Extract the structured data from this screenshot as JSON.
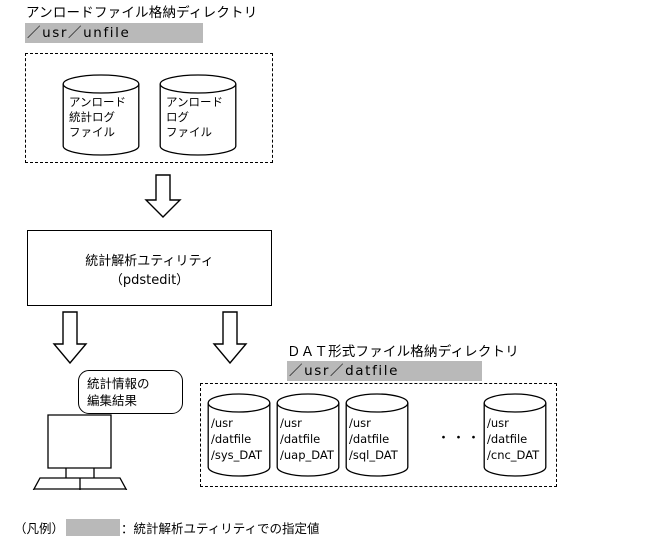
{
  "diagram": {
    "unload_section": {
      "heading": "アンロードファイル格納ディレクトリ",
      "path": "／usr／unfile",
      "files": [
        {
          "lines": [
            "アンロード",
            "統計ログ",
            "ファイル"
          ]
        },
        {
          "lines": [
            "アンロード",
            "ログ",
            "ファイル"
          ]
        }
      ]
    },
    "utility": {
      "name": "統計解析ユティリティ",
      "command": "（pdstedit）"
    },
    "output_display": {
      "lines": [
        "統計情報の",
        "編集結果"
      ]
    },
    "dat_section": {
      "heading": "ＤＡＴ形式ファイル格納ディレクトリ",
      "path": "／usr／datfile",
      "ellipsis": "・・・",
      "files": [
        {
          "lines": [
            "/usr",
            "/datfile",
            "/sys_DAT"
          ]
        },
        {
          "lines": [
            "/usr",
            "/datfile",
            "/uap_DAT"
          ]
        },
        {
          "lines": [
            "/usr",
            "/datfile",
            "/sql_DAT"
          ]
        },
        {
          "lines": [
            "/usr",
            "/datfile",
            "/cnc_DAT"
          ]
        }
      ]
    },
    "legend": {
      "title": "（凡例）",
      "separator": "：",
      "description": "統計解析ユティリティでの指定値",
      "swatch_color": "#b9b9b9"
    },
    "colors": {
      "line": "#000000",
      "highlight": "#b9b9b9",
      "background": "#ffffff"
    }
  }
}
